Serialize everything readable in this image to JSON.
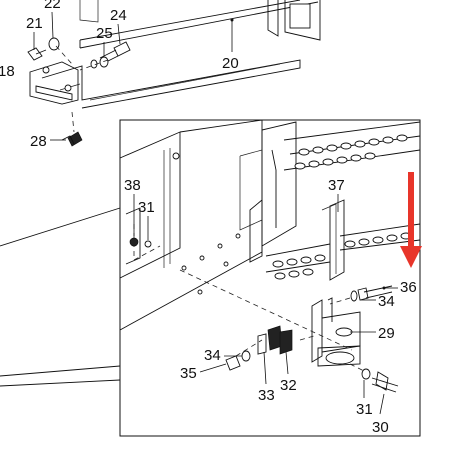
{
  "diagram": {
    "callouts": {
      "c20": "20",
      "c21": "21",
      "c22": "22",
      "c24": "24",
      "c25": "25",
      "c28": "28",
      "c18": "18",
      "c29": "29",
      "c30": "30",
      "c31a": "31",
      "c31b": "31",
      "c32": "32",
      "c33": "33",
      "c34a": "34",
      "c34b": "34",
      "c35": "35",
      "c36": "36",
      "c37": "37",
      "c38": "38"
    },
    "colors": {
      "arrow": "#e8352a",
      "line": "#111111",
      "background": "#ffffff"
    },
    "arrow_icon": "red-down-arrow"
  }
}
